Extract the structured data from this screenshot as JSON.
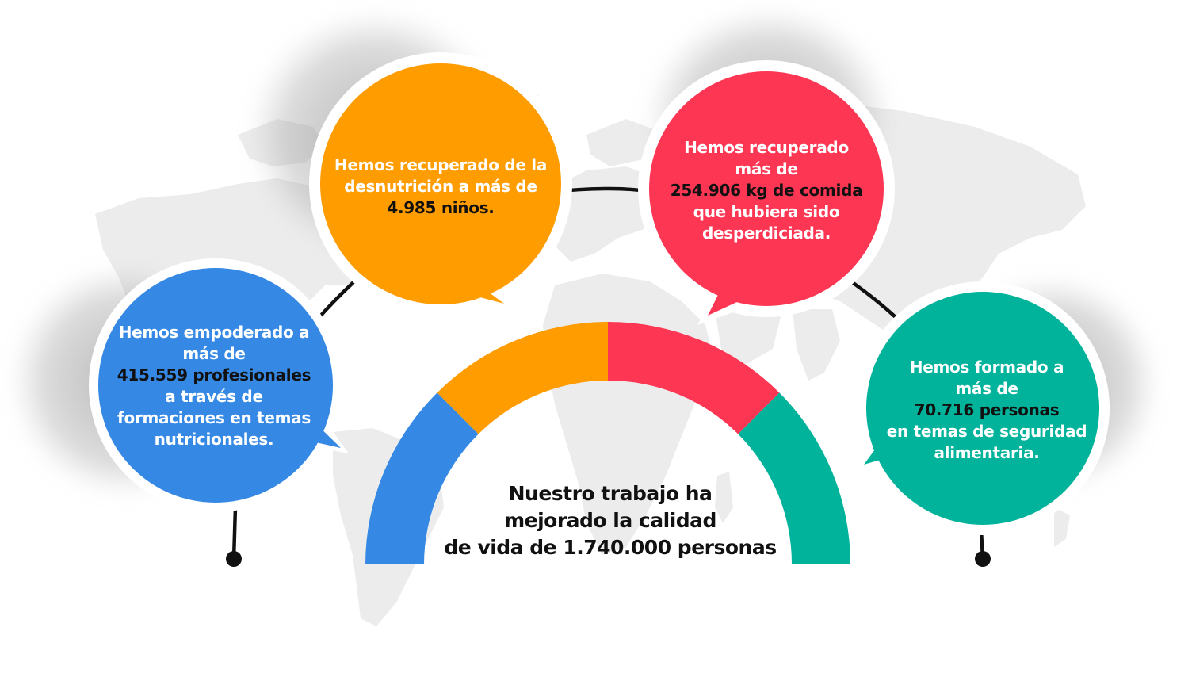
{
  "colors": {
    "blue": "#3589e5",
    "orange": "#fe9c00",
    "red": "#fd3654",
    "teal": "#00b39a",
    "map": "#ececec",
    "connector": "#111111"
  },
  "center": {
    "line1": "Nuestro trabajo ha",
    "line2": "mejorado la calidad",
    "line3": "de vida de 1.740.000 personas"
  },
  "bubbles": {
    "orange": {
      "line1": "Hemos recuperado de la",
      "line2": "desnutrición a más de",
      "line3": "4.985 niños."
    },
    "red": {
      "line1": "Hemos recuperado",
      "line2": "más de",
      "line3": "254.906 kg de comida",
      "line4": "que hubiera sido",
      "line5": "desperdiciada."
    },
    "blue": {
      "line1": "Hemos empoderado a",
      "line2": "más de",
      "line3": "415.559 profesionales",
      "line4": "a través de",
      "line5": "formaciones en temas",
      "line6": "nutricionales."
    },
    "teal": {
      "line1": "Hemos formado a",
      "line2": "más de",
      "line3": "70.716 personas",
      "line4": "en temas de seguridad",
      "line5": "alimentaria."
    }
  }
}
